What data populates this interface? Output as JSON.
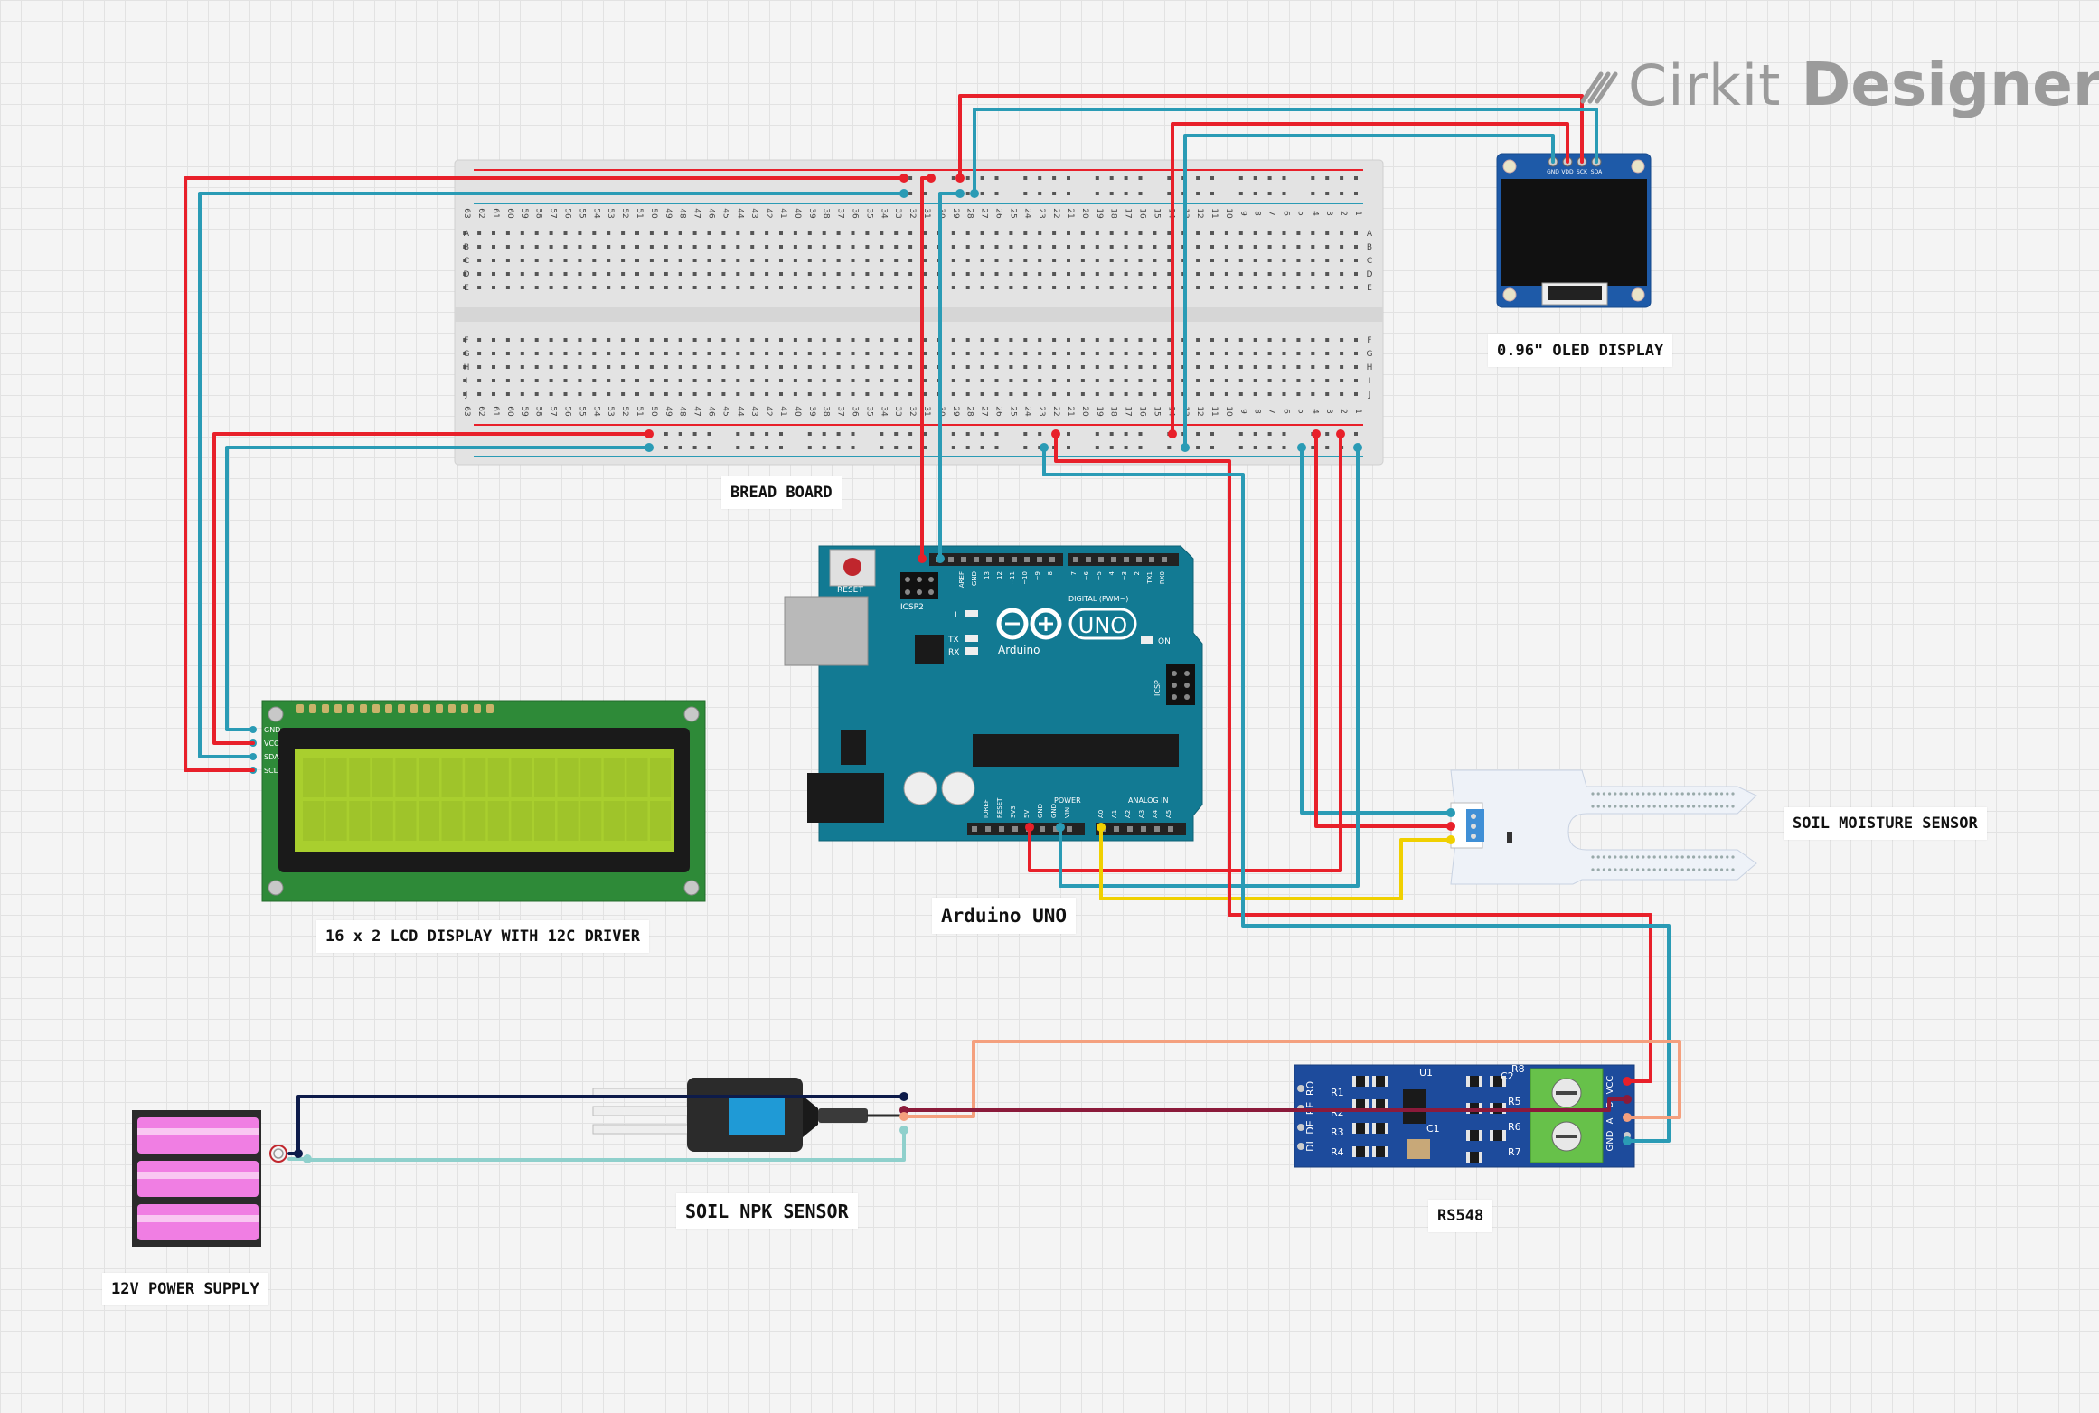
{
  "logo": {
    "brand": "Cirkit",
    "product": "Designer"
  },
  "labels": {
    "breadboard": "BREAD BOARD",
    "oled": "0.96\" OLED DISPLAY",
    "lcd": "16 x 2 LCD DISPLAY WITH 12C DRIVER",
    "arduino": "Arduino UNO",
    "soil_moisture": "SOIL MOISTURE SENSOR",
    "npk": "SOIL NPK SENSOR",
    "rs485": "RS548",
    "power": "12V POWER SUPPLY"
  },
  "breadboard": {
    "rows_top": [
      "A",
      "B",
      "C",
      "D",
      "E"
    ],
    "rows_bottom": [
      "F",
      "G",
      "H",
      "I",
      "J"
    ],
    "columns": 63
  },
  "oled_pins": [
    "GND",
    "VDD",
    "SCK",
    "SDA"
  ],
  "lcd_pins": [
    "GND",
    "VCC",
    "SDA",
    "SCL"
  ],
  "arduino": {
    "reset_label": "RESET",
    "icsp2_label": "ICSP2",
    "icsp_label": "ICSP",
    "brand": "Arduino",
    "model": "UNO",
    "on_label": "ON",
    "l_label": "L",
    "tx_label": "TX",
    "rx_label": "RX",
    "digital_label": "DIGITAL (PWM~)",
    "power_label": "POWER",
    "analog_label": "ANALOG IN",
    "digital_pins": [
      "AREF",
      "GND",
      "13",
      "12",
      "~11",
      "~10",
      "~9",
      "8",
      "7",
      "~6",
      "~5",
      "4",
      "~3",
      "2",
      "TX1",
      "RX0"
    ],
    "power_pins": [
      "IOREF",
      "RESET",
      "3V3",
      "5V",
      "GND",
      "GND",
      "VIN"
    ],
    "analog_pins": [
      "A0",
      "A1",
      "A2",
      "A3",
      "A4",
      "A5"
    ]
  },
  "rs485": {
    "left_pins": [
      "RO",
      "RE",
      "DE",
      "DI"
    ],
    "right_pins": [
      "VCC",
      "B",
      "A",
      "GND"
    ],
    "parts": [
      "R1",
      "R2",
      "R3",
      "R4",
      "U1",
      "C2",
      "C1",
      "R5",
      "R6",
      "R7",
      "R8"
    ]
  },
  "colors": {
    "red": "#e8202a",
    "blue": "#2a9bb5",
    "yellow": "#f0d000",
    "salmon": "#f4a07e",
    "navy": "#0d1b4a",
    "maroon": "#8b1a3a",
    "teal": "#8fd0cc"
  }
}
